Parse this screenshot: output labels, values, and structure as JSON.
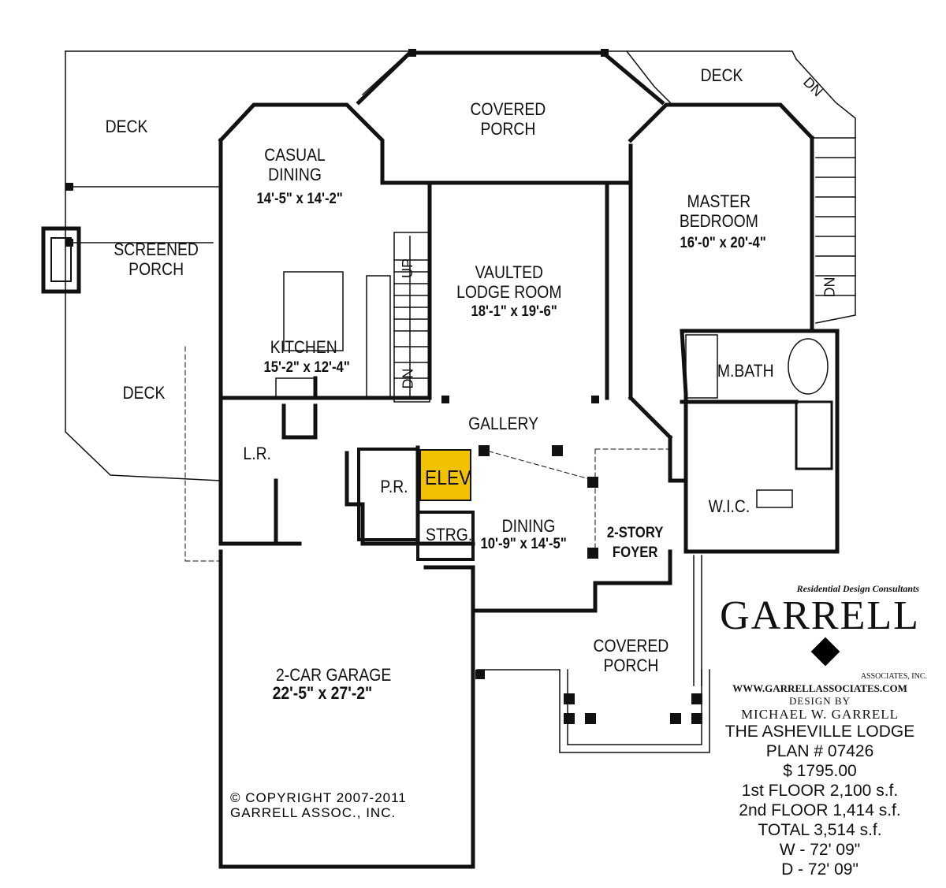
{
  "rooms": {
    "deck_nw": "DECK",
    "covered_porch_top": [
      "COVERED",
      "PORCH"
    ],
    "deck_ne": "DECK",
    "casual_dining": [
      "CASUAL",
      "DINING"
    ],
    "casual_dining_dim": "14'-5\" x 14'-2\"",
    "master_bedroom": [
      "MASTER",
      "BEDROOM"
    ],
    "master_bedroom_dim": "16'-0\" x 20'-4\"",
    "screened_porch": [
      "SCREENED",
      "PORCH"
    ],
    "vaulted_lodge_room": [
      "VAULTED",
      "LODGE  ROOM"
    ],
    "vaulted_lodge_room_dim": "18'-1\" x 19'-6\"",
    "kitchen": "KITCHEN",
    "kitchen_dim": "15'-2\" x 12'-4\"",
    "m_bath": "M.BATH",
    "deck_sw": "DECK",
    "gallery": "GALLERY",
    "lr": "L.R.",
    "pr": "P.R.",
    "elev": "ELEV",
    "wic": "W.I.C.",
    "strg": "STRG.",
    "dining": "DINING",
    "dining_dim": "10'-9\" x 14'-5\"",
    "foyer": [
      "2-STORY",
      "FOYER"
    ],
    "covered_porch_front": [
      "COVERED",
      "PORCH"
    ],
    "garage": "2-CAR  GARAGE",
    "garage_dim": "22'-5\" x 27'-2\""
  },
  "stair_labels": {
    "up": "UP",
    "dn_stair": "DN",
    "dn_deck_top": "DN",
    "dn_deck_right": "DN"
  },
  "copyright": [
    "© COPYRIGHT  2007-2011",
    "GARRELL  ASSOC.,  INC."
  ],
  "title_block": {
    "tagline": "Residential Design Consultants",
    "logo": "GARRELL",
    "logo_sub": "ASSOCIATES, INC.",
    "website": "WWW.GARRELLASSOCIATES.COM",
    "design_by": "DESIGN BY",
    "designer": "MICHAEL W. GARRELL",
    "plan_name": "THE ASHEVILLE LODGE",
    "plan_number": "PLAN # 07426",
    "price": "$ 1795.00",
    "first_floor": "1st FLOOR  2,100 s.f.",
    "second_floor": "2nd FLOOR  1,414 s.f.",
    "total": "TOTAL  3,514 s.f.",
    "width": "W - 72' 09\"",
    "depth": "D - 72' 09\""
  },
  "colors": {
    "wall": "#111111",
    "elevator_fill": "#f2c200",
    "background": "#ffffff"
  }
}
